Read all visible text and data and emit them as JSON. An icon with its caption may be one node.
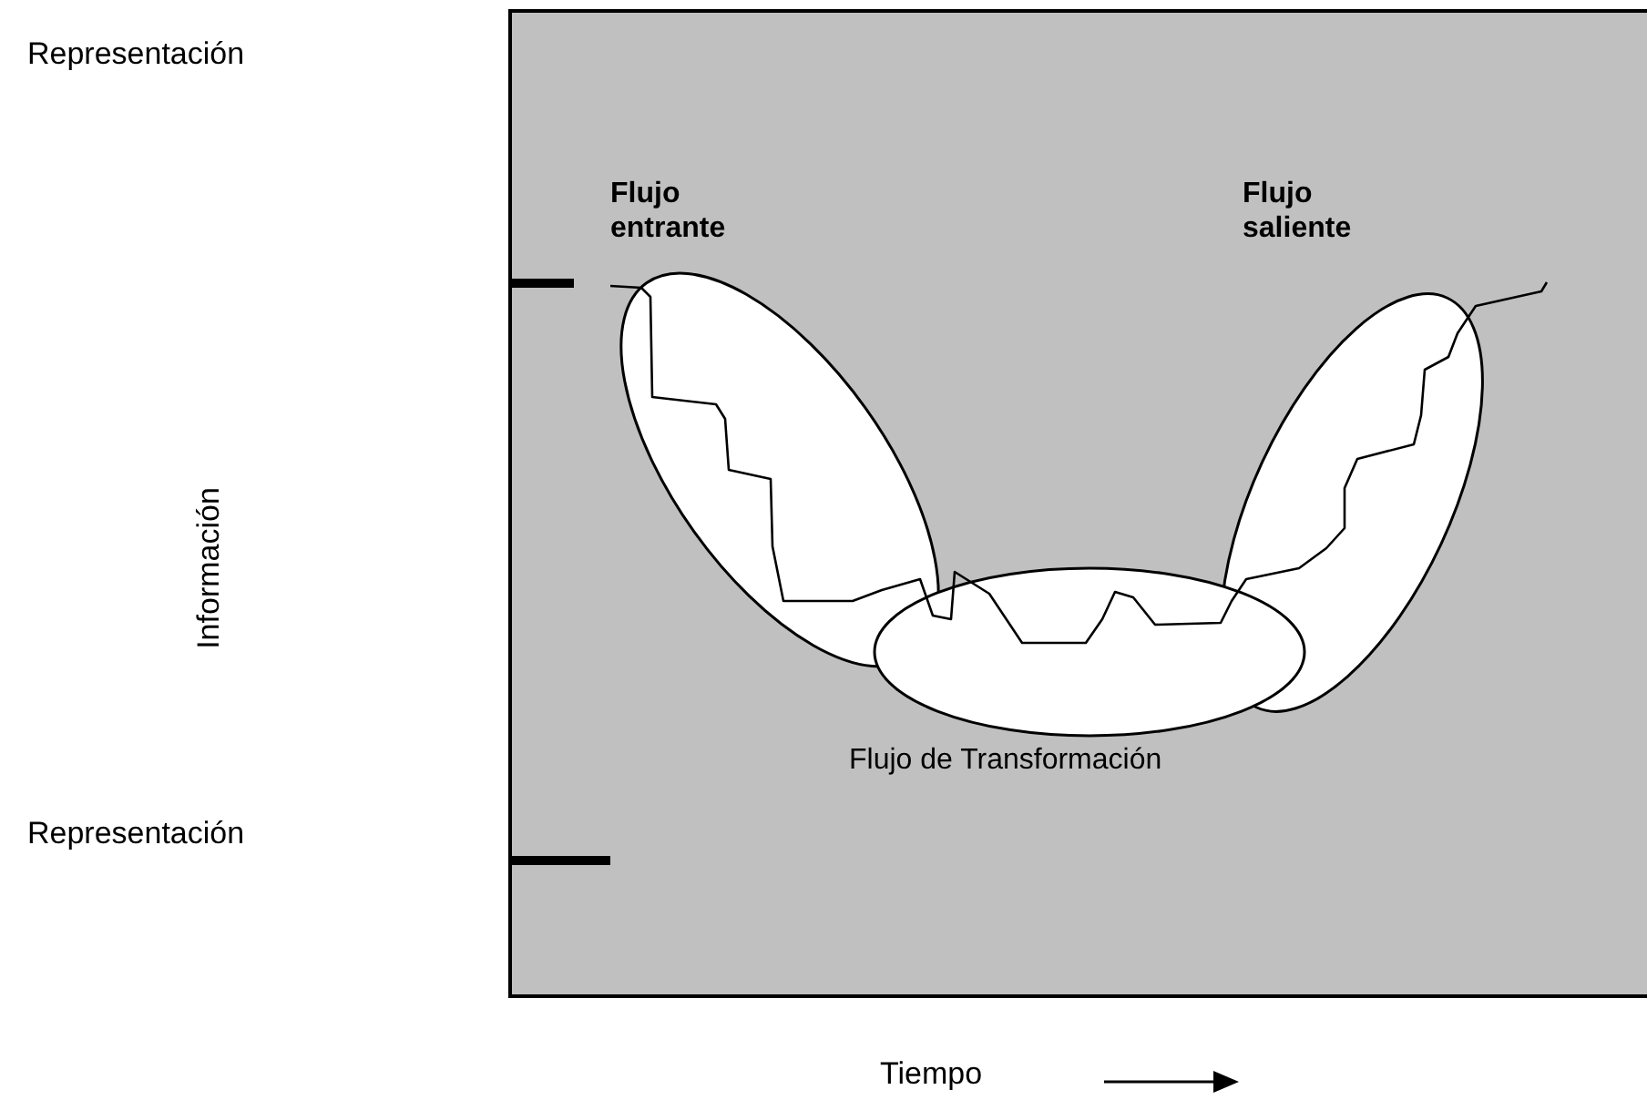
{
  "diagram": {
    "nodes": [
      {
        "text": [
          "Flujo entrante"
        ]
      },
      {
        "text": [
          "Flujo saliente"
        ]
      },
      {
        "text": [
          "Flujo de Transformación"
        ]
      }
    ],
    "labels": [
      "Representación",
      "Información",
      "Representación",
      "Tiempo"
    ]
  }
}
